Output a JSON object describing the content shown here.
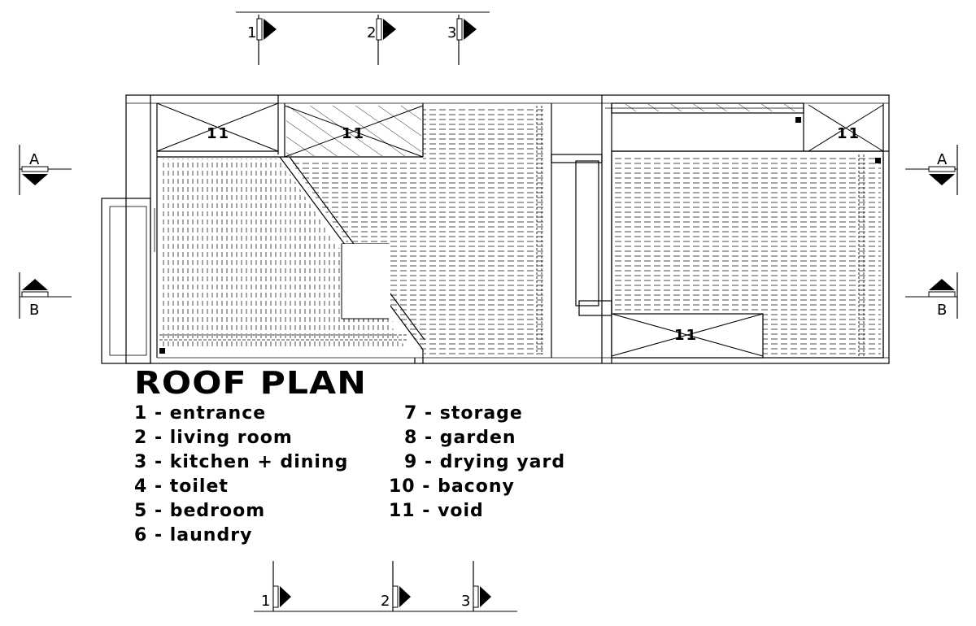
{
  "title": "ROOF PLAN",
  "legend_left": [
    "1 - entrance",
    "2 - living room",
    "3 - kitchen + dining",
    "4 - toilet",
    "5 - bedroom",
    "6 - laundry"
  ],
  "legend_right": [
    "7 - storage",
    "8 - garden",
    "9 - drying yard",
    "10 - bacony",
    "11 - void"
  ],
  "grid_markers": {
    "top": [
      "1",
      "2",
      "3"
    ],
    "bottom": [
      "1",
      "2",
      "3"
    ]
  },
  "section_markers": {
    "upper": "A",
    "lower": "B"
  },
  "void_labels": [
    "11",
    "11",
    "11",
    "11"
  ],
  "colors": {
    "line": "#000000",
    "background": "#ffffff"
  }
}
